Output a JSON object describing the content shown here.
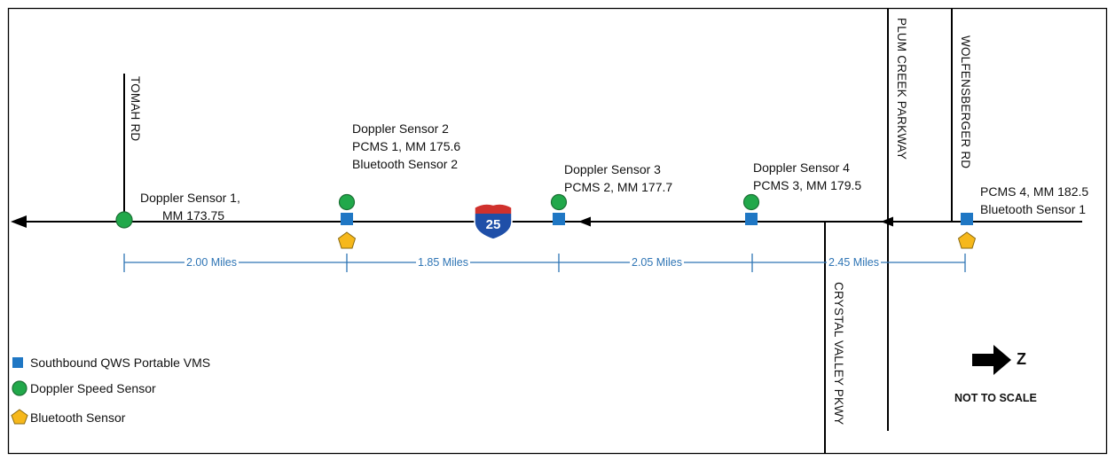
{
  "roads": {
    "tomah": "TOMAH RD",
    "plum_creek": "PLUM CREEK PARKWAY",
    "wolfensberger": "WOLFENSBERGER RD",
    "crystal_valley": "CRYSTAL VALLEY PKWY"
  },
  "highway_shield": "25",
  "sensor_labels": {
    "s1": [
      "Doppler Sensor 1,",
      "MM 173.75"
    ],
    "s2": [
      "Doppler Sensor 2",
      "PCMS 1, MM 175.6",
      "Bluetooth Sensor 2"
    ],
    "s3": [
      "Doppler Sensor 3",
      "PCMS 2, MM 177.7"
    ],
    "s4": [
      "Doppler Sensor 4",
      "PCMS 3, MM 179.5"
    ],
    "s5": [
      "PCMS 4, MM 182.5",
      "Bluetooth Sensor 1"
    ]
  },
  "distances": [
    "2.00 Miles",
    "1.85 Miles",
    "2.05 Miles",
    "2.45 Miles"
  ],
  "legend": [
    {
      "shape": "square",
      "color": "#1f77c4",
      "label": "Southbound QWS Portable VMS"
    },
    {
      "shape": "circle",
      "color": "#21a84a",
      "label": "Doppler Speed Sensor"
    },
    {
      "shape": "pentagon",
      "color": "#f6b81b",
      "label": "Bluetooth Sensor"
    }
  ],
  "north_label": "Z",
  "scale_note": "NOT TO SCALE",
  "colors": {
    "vms": "#1f77c4",
    "doppler": "#21a84a",
    "bluetooth": "#f6b81b",
    "distance": "#2f75b5",
    "shield_blue": "#1f4fa8",
    "shield_red": "#d0312d"
  }
}
